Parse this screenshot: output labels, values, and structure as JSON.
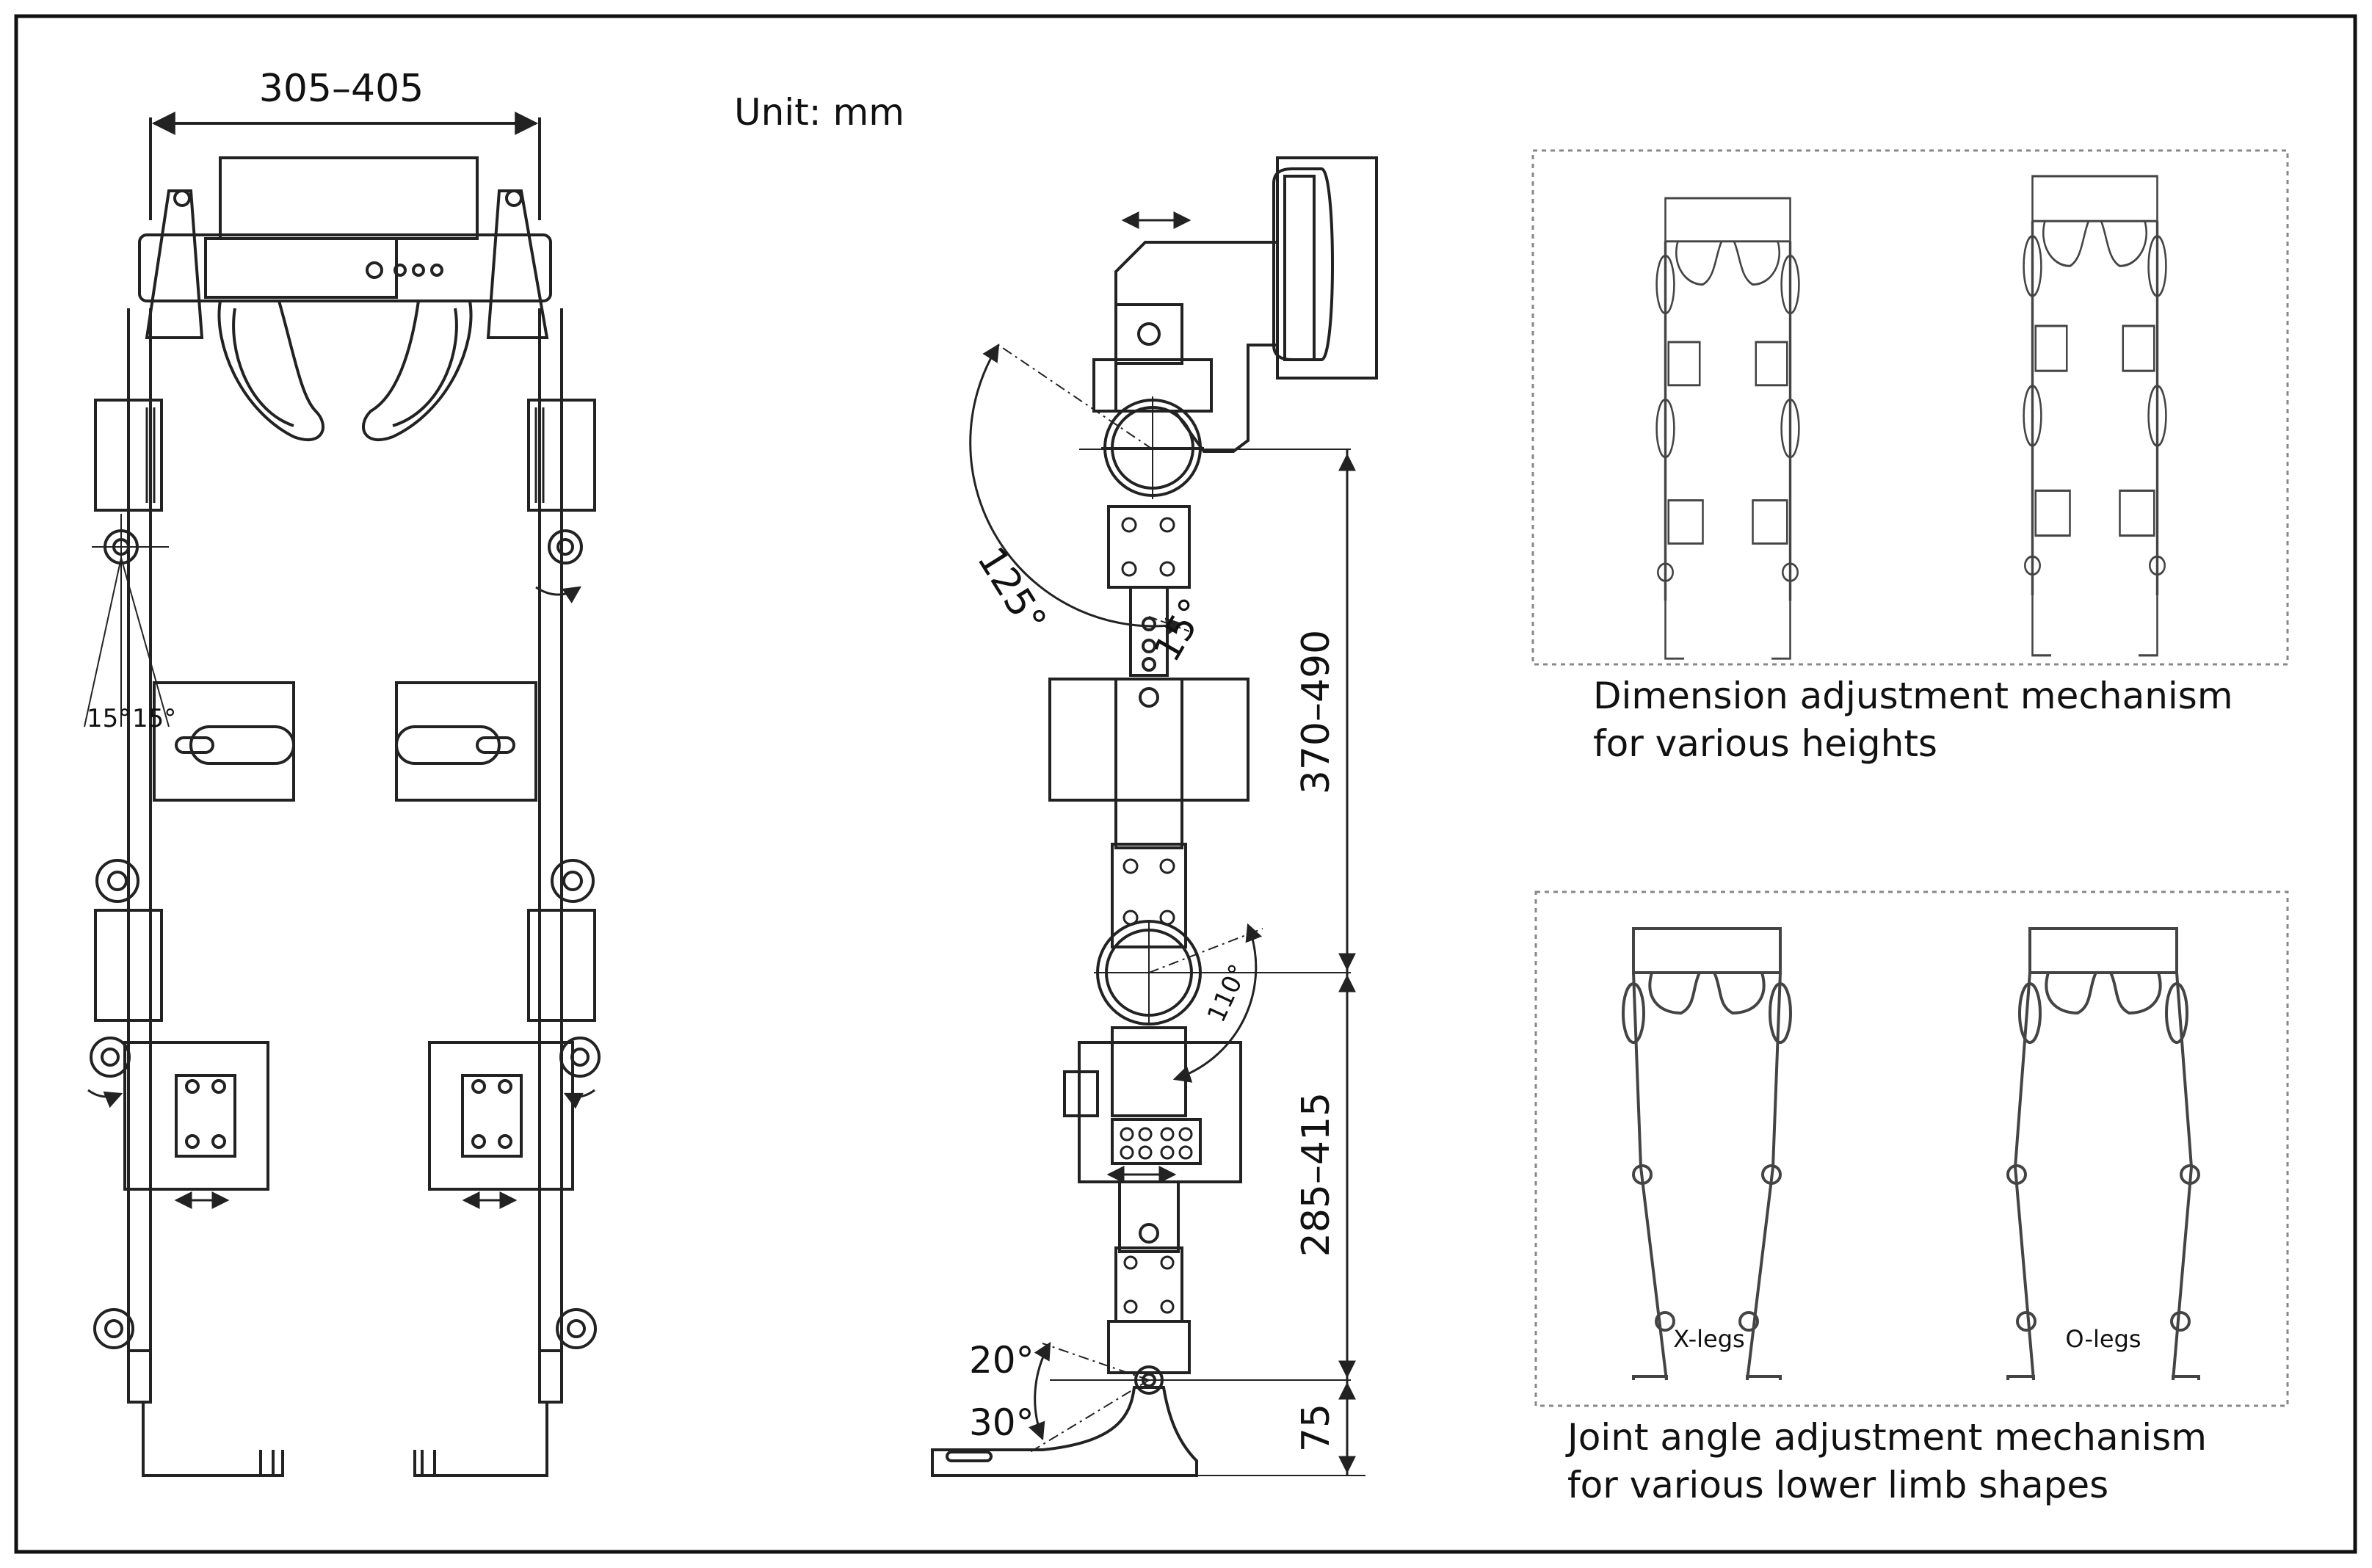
{
  "unit_label": "Unit: mm",
  "front_view": {
    "width_dim": "305–405",
    "hip_angle_left": "15°",
    "hip_angle_right": "15°"
  },
  "side_view": {
    "hip_range": "125°",
    "hip_abduction": "15°",
    "knee_range": "110°",
    "ankle_dorsi": "20°",
    "ankle_plantar": "30°",
    "thigh_length": "370–490",
    "shank_length": "285–415",
    "ankle_height": "75"
  },
  "panels": {
    "height_caption_line1": "Dimension adjustment mechanism",
    "height_caption_line2": "for various heights",
    "shape_caption_line1": "Joint angle adjustment mechanism",
    "shape_caption_line2": "for various lower limb shapes",
    "xlegs_label": "X-legs",
    "olegs_label": "O-legs"
  },
  "colors": {
    "line": "#222222",
    "panel_border": "#888888"
  }
}
